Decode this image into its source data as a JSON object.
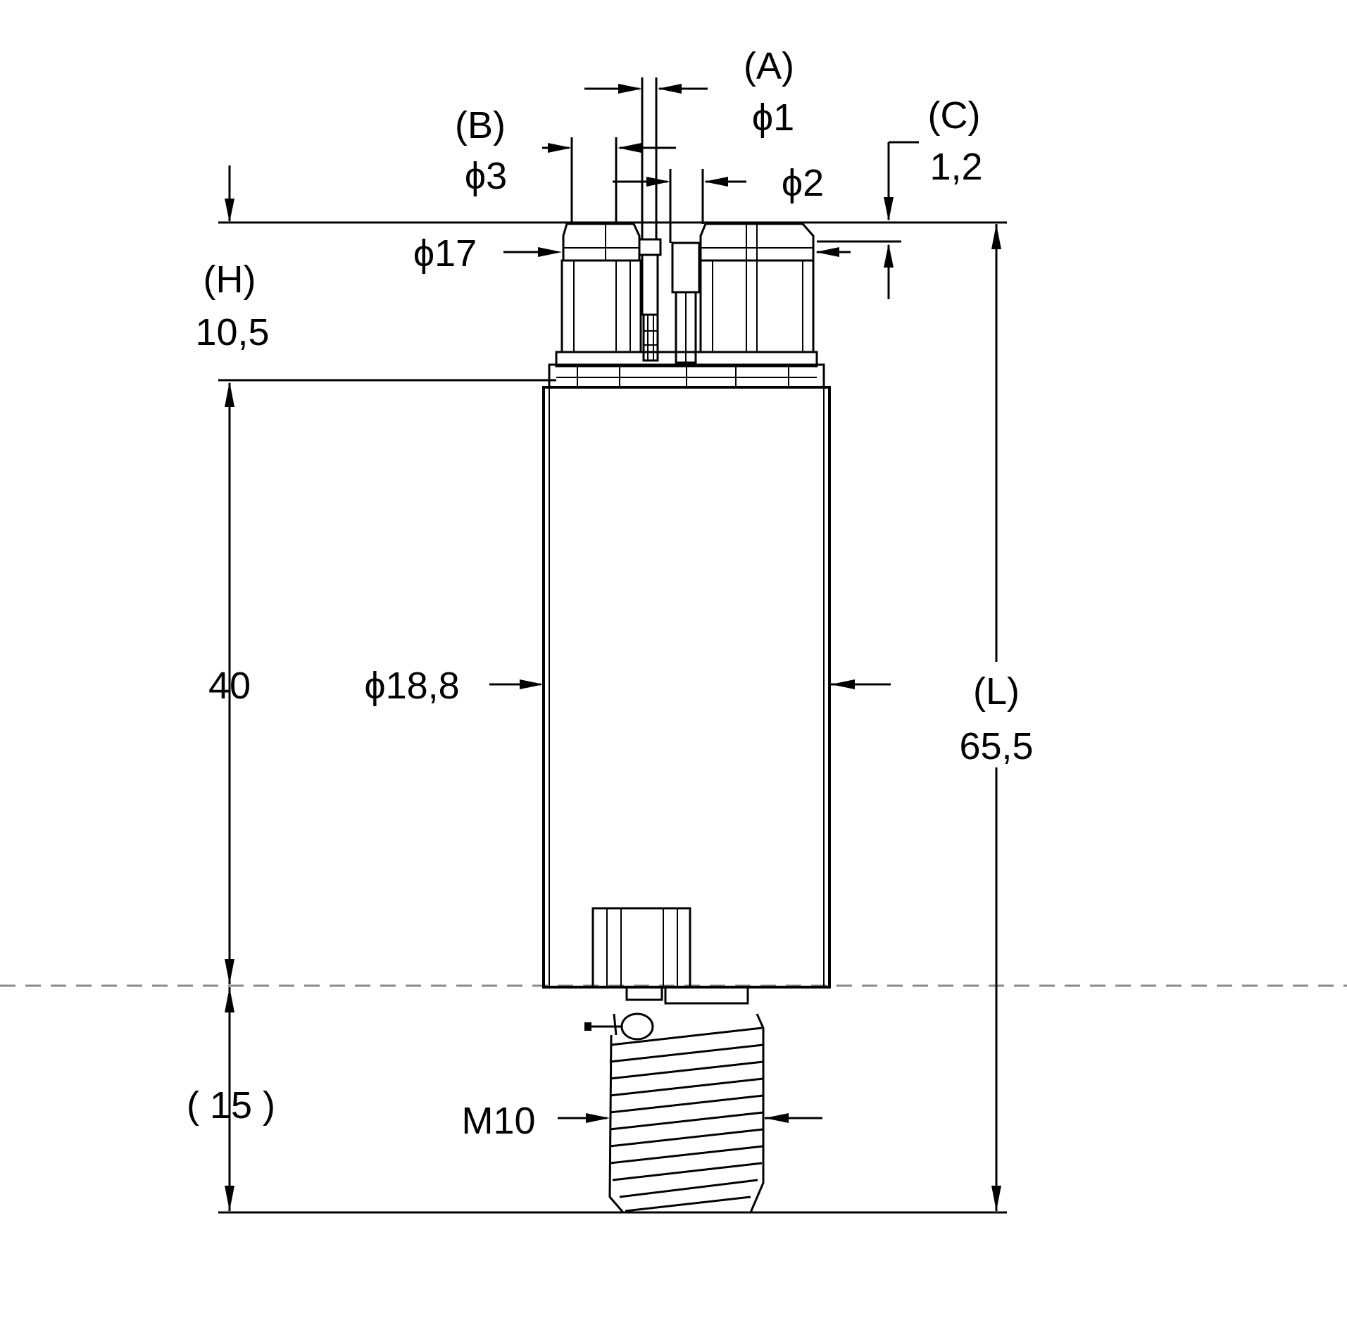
{
  "dimensions": {
    "a_label": "(A)",
    "a_value": "ϕ1",
    "b_label": "(B)",
    "b_value": "ϕ3",
    "c_label": "(C)",
    "c_value": "1,2",
    "d2_value": "ϕ2",
    "d17_value": "ϕ17",
    "h_label": "(H)",
    "h_value": "10,5",
    "len40_value": "40",
    "d18_value": "ϕ18,8",
    "l_label": "(L)",
    "l_value": "65,5",
    "len15_value": "( 15 )",
    "thread_value": "M10"
  }
}
